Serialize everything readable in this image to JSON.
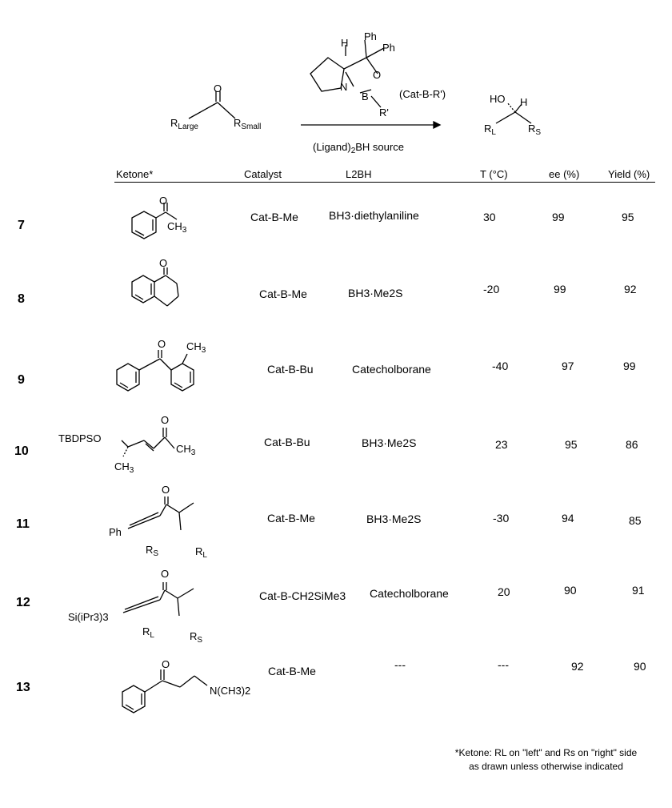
{
  "scheme": {
    "catalyst_label": "(Cat-B-R')",
    "reagent_label_parts": [
      "(Ligand)",
      "2",
      "BH source"
    ],
    "ketone_r_large": [
      "R",
      "Large"
    ],
    "ketone_r_small": [
      "R",
      "Small"
    ],
    "ketone_o": "O",
    "cat_atoms": {
      "h": "H",
      "ph1": "Ph",
      "ph2": "Ph",
      "n": "N",
      "b": "B",
      "o": "O",
      "r": "R'"
    },
    "product_atoms": {
      "ho": "HO",
      "h": "H",
      "rl": [
        "R",
        "L"
      ],
      "rs": [
        "R",
        "S"
      ]
    }
  },
  "table": {
    "headers": [
      "Ketone*",
      "Catalyst",
      "L2BH",
      "T (°C)",
      "ee (%)",
      "Yield (%)"
    ],
    "rows": [
      {
        "entry": "7",
        "catalyst": "Cat-B-Me",
        "l2bh": "BH3·diethylaniline",
        "temp": "30",
        "ee": "99",
        "yield": "95"
      },
      {
        "entry": "8",
        "catalyst": "Cat-B-Me",
        "l2bh": "BH3·Me2S",
        "temp": "-20",
        "ee": "99",
        "yield": "92"
      },
      {
        "entry": "9",
        "catalyst": "Cat-B-Bu",
        "l2bh": "Catecholborane",
        "temp": "-40",
        "ee": "97",
        "yield": "99"
      },
      {
        "entry": "10",
        "catalyst": "Cat-B-Bu",
        "l2bh": "BH3·Me2S",
        "temp": "23",
        "ee": "95",
        "yield": "86"
      },
      {
        "entry": "11",
        "catalyst": "Cat-B-Me",
        "l2bh": "BH3·Me2S",
        "temp": "-30",
        "ee": "94",
        "yield": "85"
      },
      {
        "entry": "12",
        "catalyst": "Cat-B-CH2SiMe3",
        "l2bh": "Catecholborane",
        "temp": "20",
        "ee": "90",
        "yield": "91"
      },
      {
        "entry": "13",
        "catalyst": "Cat-B-Me",
        "l2bh": "---",
        "temp": "---",
        "ee": "92",
        "yield": "90"
      }
    ]
  },
  "structure_labels": {
    "r7_o": "O",
    "r7_me": [
      "CH",
      "3"
    ],
    "r8_o": "O",
    "r9_o": "O",
    "r9_me": [
      "CH",
      "3"
    ],
    "r10_o": "O",
    "r10_tbdps": "TBDPSO",
    "r10_me1": [
      "CH",
      "3"
    ],
    "r10_me2": [
      "CH",
      "3"
    ],
    "r11_o": "O",
    "r11_ph": "Ph",
    "r11_rs": [
      "R",
      "S"
    ],
    "r11_rl": [
      "R",
      "L"
    ],
    "r12_o": "O",
    "r12_si": "Si(iPr3)3",
    "r12_rl": [
      "R",
      "L"
    ],
    "r12_rs": [
      "R",
      "S"
    ],
    "r13_o": "O",
    "r13_amine": "N(CH3)2"
  },
  "footnote": {
    "line1": "*Ketone: RL on \"left\" and Rs on \"right\" side",
    "line2": "as drawn unless otherwise indicated"
  }
}
